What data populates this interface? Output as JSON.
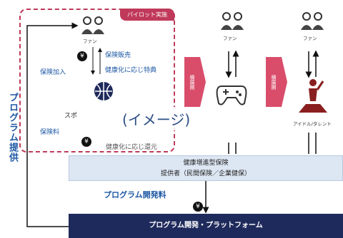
{
  "pilot_tag": "パイロット実施",
  "side_label": "プログラム提供",
  "fan_label": "ファン",
  "insurance_sales": "保険販売",
  "insurance_join": "保険加入",
  "health_benefit": "健康化に応じ特典",
  "sports_label": "スポ",
  "insurance_fee": "保険料",
  "return_label": "健康化に応じ還元",
  "stage_label": "横展開",
  "idol_label": "アイドル/タレント",
  "insurer_title": "健康増進型保険",
  "insurer_sub": "提供者（民間保険／企業健保）",
  "program_fee": "プログラム開発料",
  "platform_label": "プログラム開発・プラットフォーム",
  "overlay_text": "(イメージ)",
  "yen_symbol": "¥"
}
